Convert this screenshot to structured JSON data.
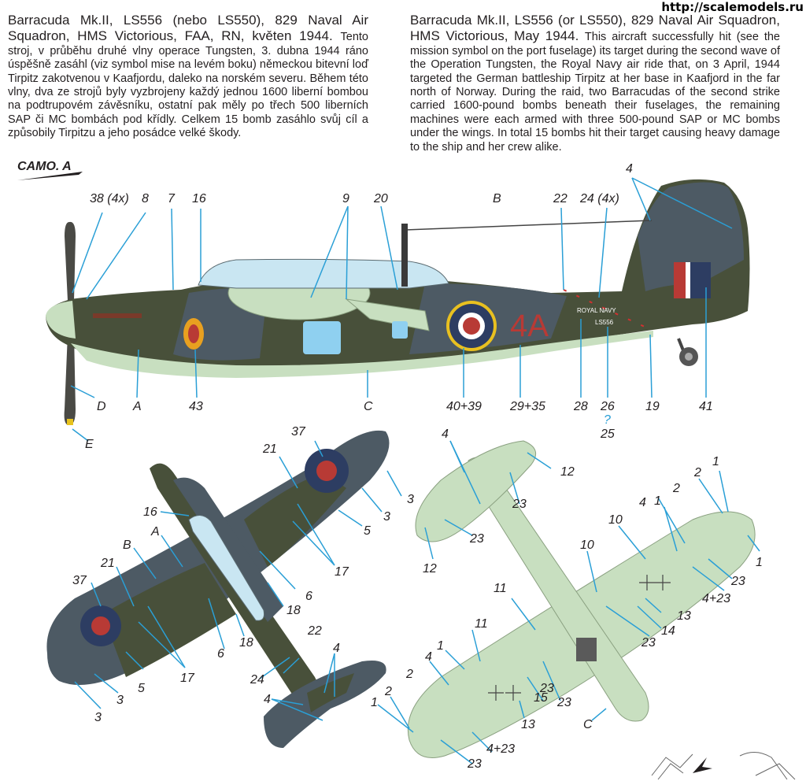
{
  "watermark": "http://scalemodels.ru",
  "czech": {
    "title": "Barracuda Mk.II, LS556 (nebo LS550), 829 Naval Air Squadron, HMS Victorious, FAA, RN, květen 1944.",
    "body": "Tento stroj, v průběhu druhé vlny operace Tungsten, 3. dubna 1944 ráno úspěšně zasáhl (viz symbol mise na levém boku) německou bitevní loď Tirpitz zakotvenou v Kaafjordu, daleko na norském severu. Během této vlny, dva ze strojů byly vyzbrojeny každý jednou 1600 liberní bombou na podtrupovém závěsníku, ostatní pak měly po třech 500 liberních SAP či MC bombách pod křídly. Celkem 15 bomb zasáhlo svůj cíl a způsobily Tirpitzu a jeho posádce velké škody."
  },
  "english": {
    "title": "Barracuda Mk.II, LS556 (or LS550), 829 Naval Air Squadron, HMS Victorious, May 1944.",
    "body": "This aircraft successfully hit (see the mission symbol on the port fuselage) its target during the second wave of the Operation Tungsten, the Royal Navy air ride that, on 3 April, 1944 targeted the German battleship Tirpitz at her base in Kaafjord in the far north of Norway. During the raid, two Barracudas of the second strike carried 1600-pound bombs beneath their fuselages, the remaining machines were each armed with three 500-pound SAP or MC bombs under the wings. In total 15 bombs hit their target causing heavy damage to the ship and her crew alike."
  },
  "camo_label": "CAMO. A",
  "aircraft": {
    "code": "4A",
    "royal_navy": "ROYAL NAVY",
    "serial": "LS556"
  },
  "colors": {
    "dark_slate_grey": "#4d5a64",
    "extra_dark_sea_grey": "#3a4550",
    "dark_green": "#48503a",
    "sky_undersurface": "#c8dfc0",
    "roundel_red": "#b83a35",
    "roundel_blue": "#2d3d62",
    "roundel_yellow": "#e8c020",
    "callout_line": "#2a9fd6"
  },
  "side_callouts": [
    "38 (4x)",
    "8",
    "7",
    "16",
    "9",
    "20",
    "B",
    "22",
    "24 (4x)",
    "4",
    "D",
    "A",
    "43",
    "C",
    "40+39",
    "29+35",
    "28",
    "26",
    "?",
    "25",
    "19",
    "41",
    "E"
  ],
  "top_callouts": [
    "37",
    "21",
    "3",
    "3",
    "5",
    "16",
    "A",
    "B",
    "17",
    "6",
    "21",
    "37",
    "18",
    "18",
    "22",
    "24",
    "4",
    "6",
    "17",
    "5",
    "3",
    "3",
    "4"
  ],
  "bottom_callouts": [
    "4",
    "12",
    "23",
    "23",
    "12",
    "1",
    "2",
    "1",
    "4",
    "2",
    "10",
    "1",
    "10",
    "4+23",
    "23",
    "13",
    "14",
    "11",
    "23",
    "11",
    "1",
    "4",
    "2",
    "23",
    "23",
    "15",
    "13",
    "2",
    "1",
    "4+23",
    "23",
    "C"
  ]
}
